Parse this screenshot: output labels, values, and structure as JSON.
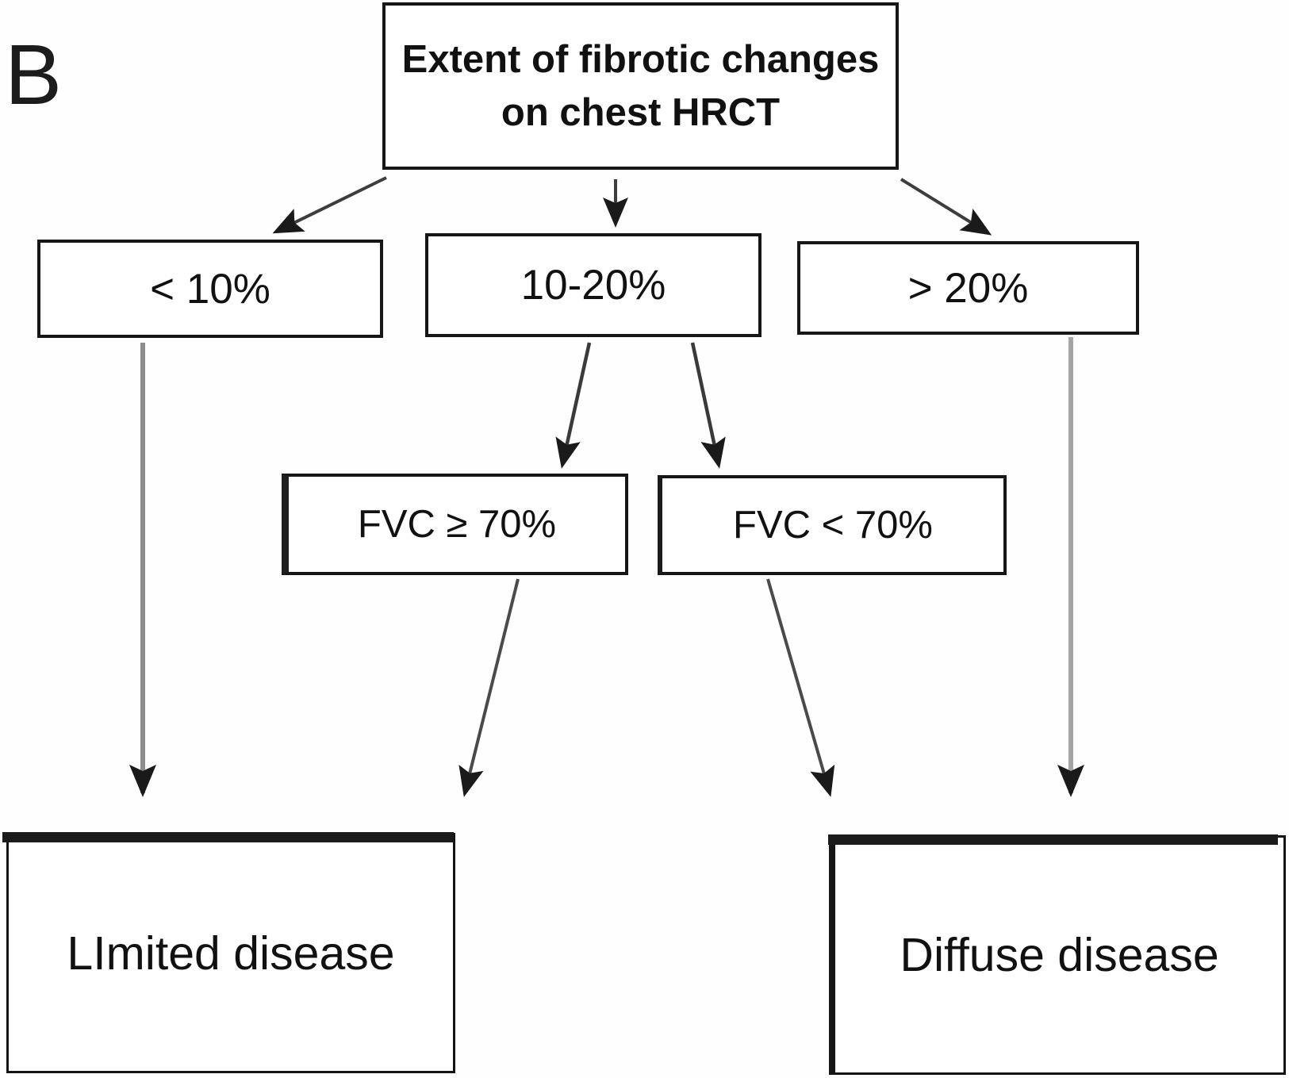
{
  "figure": {
    "panel_label": "B",
    "type": "decision-flowchart"
  },
  "nodes": {
    "root": {
      "label_line1": "Extent of fibrotic changes",
      "label_line2": "on chest HRCT"
    },
    "lt10": {
      "label": "< 10%"
    },
    "mid": {
      "label": "10-20%"
    },
    "gt20": {
      "label": "> 20%"
    },
    "fvc_ge": {
      "label": "FVC ≥ 70%"
    },
    "fvc_lt": {
      "label": "FVC < 70%"
    },
    "limited": {
      "label": "LImited disease"
    },
    "diffuse": {
      "label": "Diffuse disease"
    }
  },
  "edges": [
    {
      "from": "root",
      "to": "lt10"
    },
    {
      "from": "root",
      "to": "mid"
    },
    {
      "from": "root",
      "to": "gt20"
    },
    {
      "from": "mid",
      "to": "fvc_ge"
    },
    {
      "from": "mid",
      "to": "fvc_lt"
    },
    {
      "from": "lt10",
      "to": "limited"
    },
    {
      "from": "fvc_ge",
      "to": "limited"
    },
    {
      "from": "fvc_lt",
      "to": "diffuse"
    },
    {
      "from": "gt20",
      "to": "diffuse"
    }
  ],
  "colors": {
    "background": "#fefefe",
    "box_border": "#161616",
    "text": "#111111",
    "arrow_dark": "#3d3d3d",
    "arrow_grey": "#979797",
    "arrowhead": "#1a1a1a"
  }
}
